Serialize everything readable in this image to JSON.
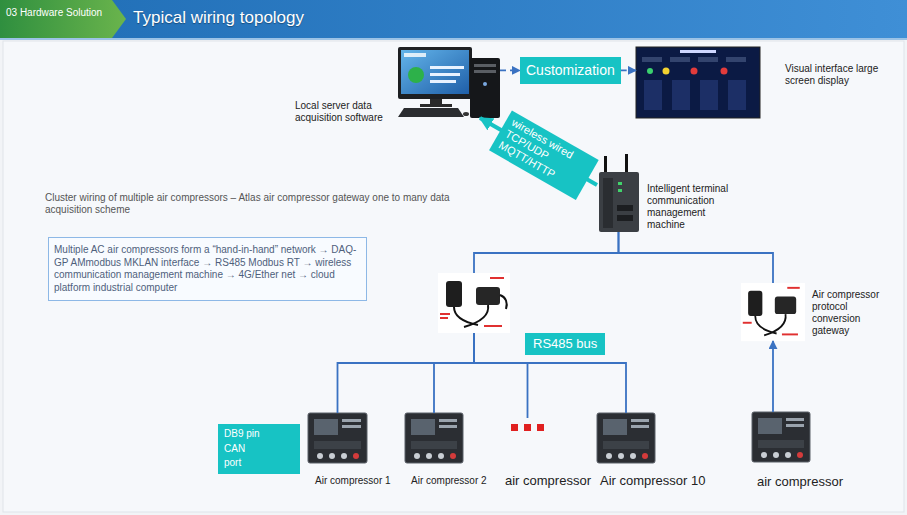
{
  "diagram": {
    "title": "Typical wiring topology",
    "nodes": [
      {
        "text": [
          "03 Hardware Solution"
        ]
      },
      {
        "text": [
          "Local server data acquisition software"
        ]
      },
      {
        "text": [
          "Customization"
        ]
      },
      {
        "text": [
          "Visual interface large screen display"
        ]
      },
      {
        "text": [
          "Intelligent terminal communication management machine"
        ]
      },
      {
        "text": [
          "Multiple AC air compressors form a “hand-in-hand” network → DAQ-GP AMmodbus MKLAN interface → RS485 Modbus RT → wireless communication management machine → 4G/Ether net → cloud platform industrial computer"
        ]
      },
      {
        "text": []
      },
      {
        "text": [
          "Air compressor protocol conversion gateway"
        ]
      },
      {
        "text": [
          "RS485 bus"
        ]
      },
      {
        "text": [
          "DB9 pin CAN port"
        ]
      },
      {
        "text": [
          "Air compressor 1"
        ]
      },
      {
        "text": [
          "Air compressor 2"
        ]
      },
      {
        "text": [
          "air compressor"
        ]
      },
      {
        "text": [
          "Air compressor 10"
        ]
      },
      {
        "text": [
          "air compressor"
        ]
      }
    ],
    "edges": [
      {
        "from": 1,
        "to": 2,
        "arrow": "to"
      },
      {
        "from": 2,
        "to": 3,
        "arrow": "to"
      },
      {
        "from": 4,
        "to": 1,
        "label": "wireless wired TCP/UDP MQTT/HTTP",
        "arrow": "to"
      },
      {
        "from": 6,
        "to": 4,
        "arrow": "none"
      },
      {
        "from": 7,
        "to": 4,
        "arrow": "none"
      },
      {
        "from": 6,
        "to": 10,
        "arrow": "none"
      },
      {
        "from": 6,
        "to": 11,
        "arrow": "none"
      },
      {
        "from": 6,
        "to": 12,
        "arrow": "none"
      },
      {
        "from": 6,
        "to": 13,
        "arrow": "none"
      },
      {
        "from": 14,
        "to": 7,
        "arrow": "to"
      }
    ],
    "labels": [
      "Cluster wiring of multiple air compressors – Atlas air compressor gateway one to many data acquisition scheme"
    ]
  }
}
